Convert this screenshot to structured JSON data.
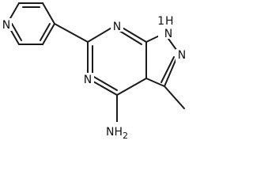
{
  "molecule": {
    "atoms": {
      "pyridine_n": "N",
      "pyrimidine_n_top": "N",
      "pyrimidine_n_left": "N",
      "nh": "N",
      "nh_h": "H",
      "nh_h_locant": "1",
      "pyrazole_n": "N",
      "amine": "NH",
      "amine_subscript": "2"
    },
    "colors": {
      "bond": "#1a1a1a",
      "label": "#111111",
      "background": "#ffffff"
    }
  }
}
